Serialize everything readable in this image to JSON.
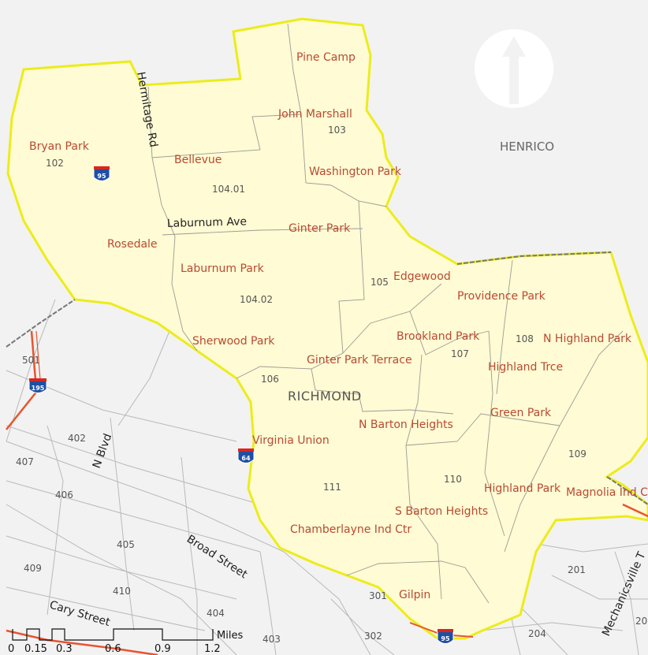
{
  "map": {
    "county_label": "HENRICO",
    "city_label": "RICHMOND",
    "colors": {
      "background": "#f2f2f2",
      "study_area_fill": "#fffbd4",
      "study_area_outline": "#ecec1c",
      "neighborhood_text": "#b84a33",
      "interstate_line": "#e8542f"
    },
    "neighborhoods": [
      "Pine Camp",
      "John Marshall",
      "Washington Park",
      "Bryan Park",
      "Bellevue",
      "Ginter Park",
      "Rosedale",
      "Laburnum Park",
      "Edgewood",
      "Providence Park",
      "Sherwood Park",
      "Brookland Park",
      "N Highland Park",
      "Ginter Park Terrace",
      "Highland Trce",
      "Green Park",
      "N Barton Heights",
      "Virginia Union",
      "Highland Park",
      "Magnolia Ind C",
      "S Barton Heights",
      "Chamberlayne Ind Ctr",
      "Gilpin"
    ],
    "tracts": [
      "103",
      "102",
      "104.01",
      "104.02",
      "105",
      "106",
      "107",
      "108",
      "109",
      "110",
      "111",
      "301",
      "501",
      "402",
      "407",
      "406",
      "405",
      "409",
      "410",
      "404",
      "403",
      "302",
      "204",
      "201",
      "20"
    ],
    "streets": [
      "Hermitage Rd",
      "Laburnum Ave",
      "N Blvd",
      "Broad Street",
      "Cary Street",
      "Mechanicsville T"
    ],
    "interstates": [
      "95",
      "64",
      "195",
      "95"
    ],
    "north_arrow_icon": "north-arrow-icon",
    "scale_bar": {
      "ticks": [
        "0",
        "0.15",
        "0.3",
        "0.6",
        "0.9",
        "1.2"
      ],
      "unit": "Miles"
    }
  }
}
